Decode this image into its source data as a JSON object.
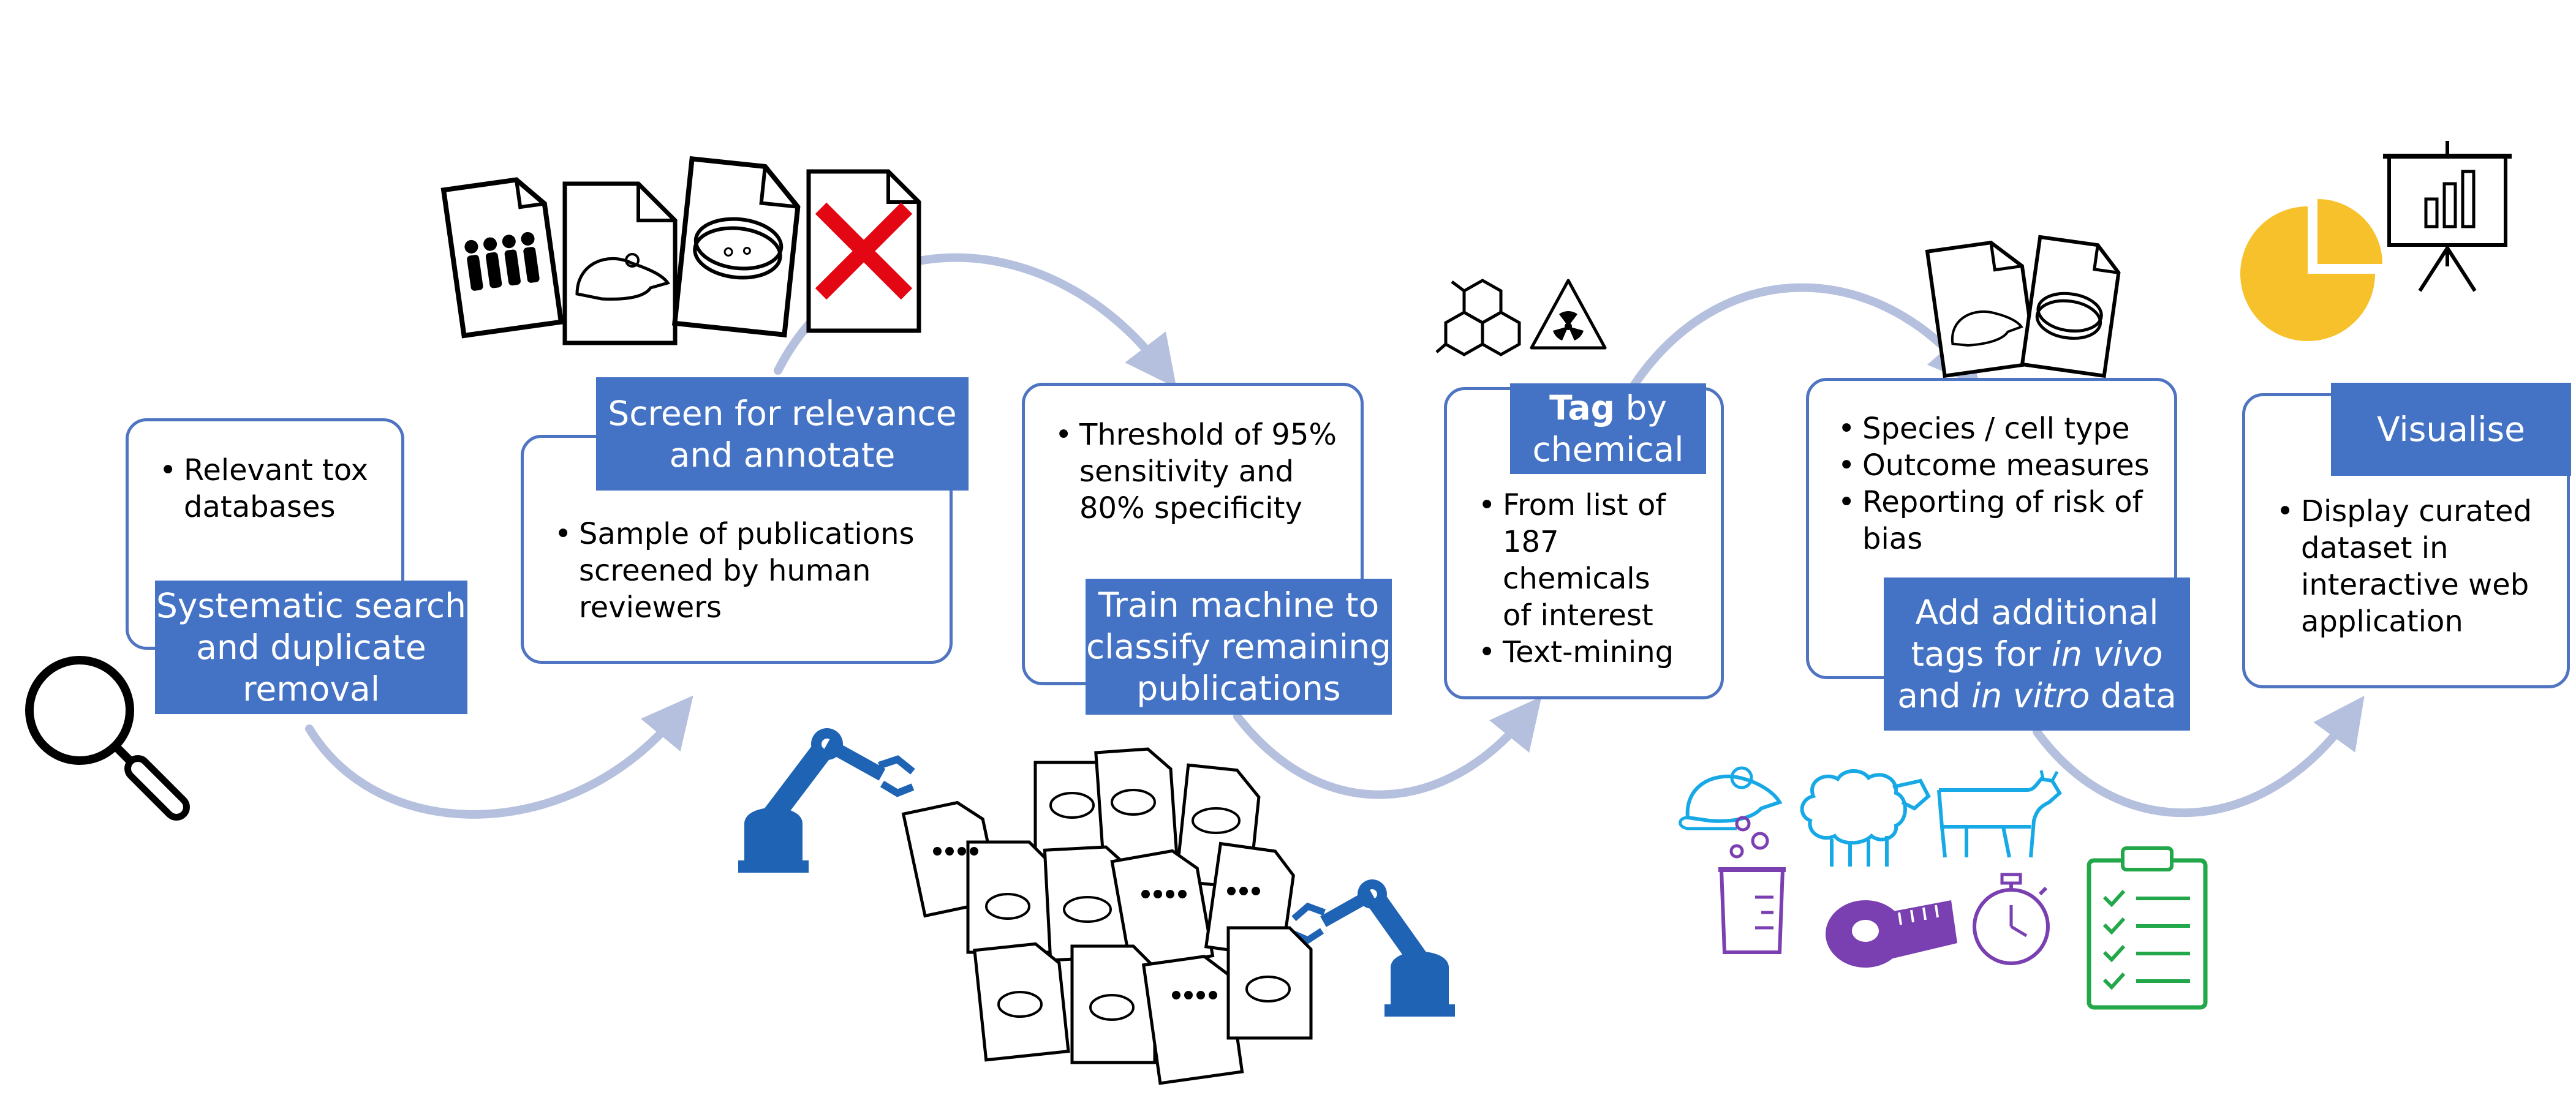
{
  "steps": [
    {
      "label_lines": [
        "Systematic search",
        "and duplicate",
        "removal"
      ],
      "bullets": [
        "Relevant tox databases"
      ]
    },
    {
      "label_lines": [
        "Screen for relevance",
        "and annotate"
      ],
      "bullets": [
        "Sample of publications screened by human reviewers"
      ]
    },
    {
      "label_lines": [
        "Train machine to",
        "classify remaining",
        "publications"
      ],
      "bullets": [
        "Threshold of 95% sensitivity and 80% specificity"
      ]
    },
    {
      "label_bold": "Tag",
      "label_rest": " by",
      "label_line2": "chemical",
      "bullets": [
        "From list of 187 chemicals of interest",
        "Text-mining"
      ]
    },
    {
      "label_line1": "Add additional",
      "label_line2_pre": "tags for ",
      "label_line2_em": "in vivo",
      "label_line3_pre": "and ",
      "label_line3_em": "in vitro",
      "label_line3_post": " data",
      "bullets": [
        "Species / cell type",
        "Outcome measures",
        "Reporting of risk of bias"
      ]
    },
    {
      "label_lines": [
        "Visualise"
      ],
      "bullets": [
        "Display curated dataset in interactive web application"
      ]
    }
  ],
  "colors": {
    "card_border": "#4f74c1",
    "label_fill": "#4472c4",
    "arrow": "#b4c0de",
    "robot": "#1f63b4",
    "invivo": "#16a9e6",
    "invitro": "#7a3fb0",
    "checklist": "#22a84a",
    "pie": "#f7c12b",
    "cross": "#e30613"
  },
  "icons": [
    "magnifier-icon",
    "document-people-icon",
    "document-mouse-icon",
    "document-petri-icon",
    "document-rejected-icon",
    "robot-arm-icon",
    "hexagon-molecule-icon",
    "radiation-warning-icon",
    "mouse-icon",
    "sheep-icon",
    "cow-icon",
    "beaker-icon",
    "tape-measure-icon",
    "stopwatch-icon",
    "checklist-icon",
    "pie-chart-icon",
    "presentation-board-icon"
  ]
}
